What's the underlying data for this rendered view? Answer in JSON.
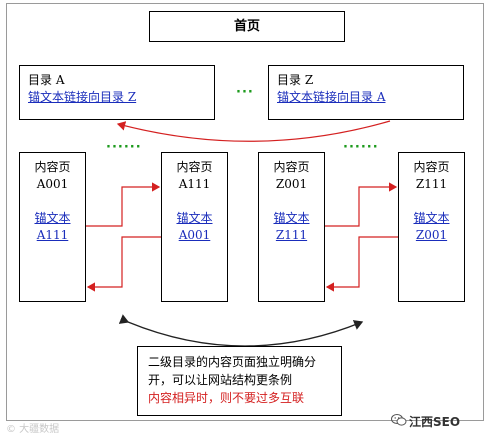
{
  "home": {
    "label": "首页"
  },
  "catalog_a": {
    "title": "目录 A",
    "link": "锚文本链接向目录 Z"
  },
  "catalog_z": {
    "title": "目录 Z",
    "link": "锚文本链接向目录 A"
  },
  "pages": [
    {
      "title": "内容页",
      "code": "A001",
      "anchor_label": "锚文本",
      "anchor_target": "A111"
    },
    {
      "title": "内容页",
      "code": "A111",
      "anchor_label": "锚文本",
      "anchor_target": "A001"
    },
    {
      "title": "内容页",
      "code": "Z001",
      "anchor_label": "锚文本",
      "anchor_target": "Z111"
    },
    {
      "title": "内容页",
      "code": "Z111",
      "anchor_label": "锚文本",
      "anchor_target": "Z001"
    }
  ],
  "ellipsis": {
    "catalogs": "···",
    "pages_a": "······",
    "pages_z": "······"
  },
  "note": {
    "line1": "二级目录的内容页面独立明确分",
    "line2": "开，可以让网站结构更条例",
    "line3": "内容相异时，则不要过多互联"
  },
  "watermark": {
    "left": "© 大疆数据",
    "brand": "江西SEO"
  },
  "colors": {
    "arrow_red": "#d42020",
    "arrow_black": "#222222",
    "link_blue": "#1a2dbb",
    "dots_green": "#1c9a1c"
  }
}
